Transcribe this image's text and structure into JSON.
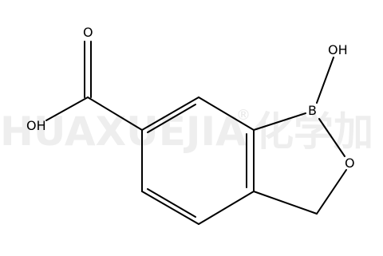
{
  "watermark": {
    "text": "HUAXUEJIA",
    "registered": "®",
    "cn_text": "化学加"
  },
  "atoms": {
    "carbonyl_o": "O",
    "acid_oh": "OH",
    "boron_oh": "OH",
    "boron": "B",
    "ring_o": "O"
  }
}
